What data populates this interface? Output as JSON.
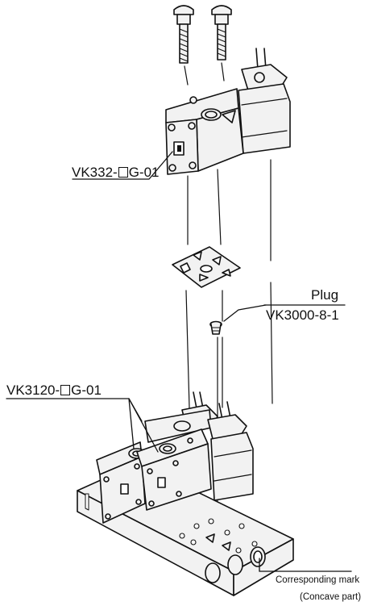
{
  "labels": {
    "top_valve": {
      "pre": "VK332-",
      "post": "G-01"
    },
    "plug_title": "Plug",
    "plug_part": "VK3000-8-1",
    "base_valve": {
      "pre": "VK3120-",
      "post": "G-01"
    },
    "mark_line1": "Corresponding mark",
    "mark_line2": "(Concave part)"
  },
  "colors": {
    "ink": "#111111",
    "part_fill": "#f2f2f2",
    "background": "#ffffff"
  }
}
